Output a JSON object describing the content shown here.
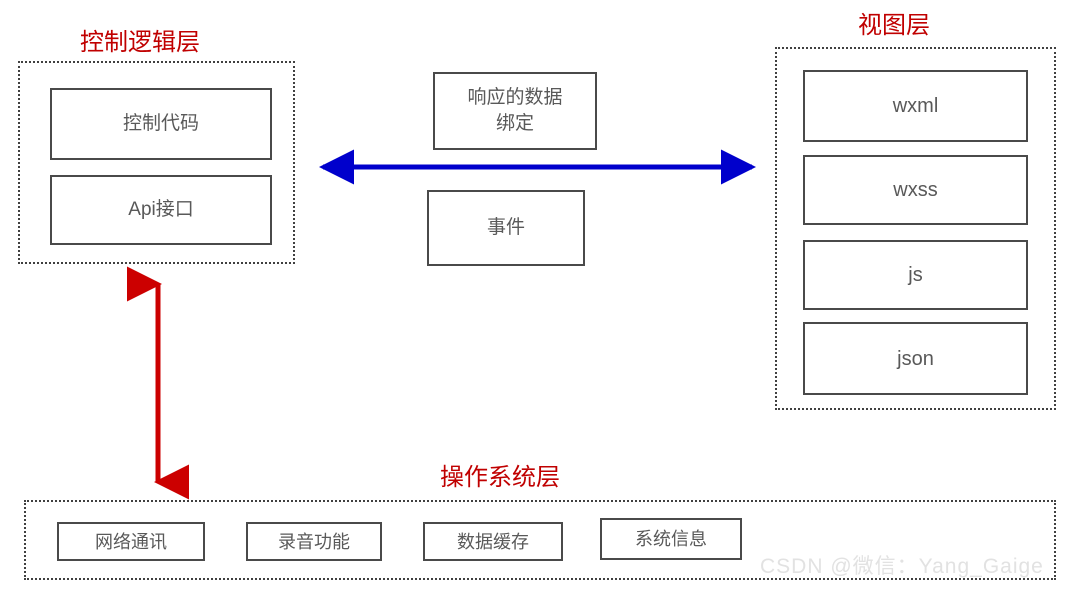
{
  "diagram": {
    "title_color": "#C00000",
    "arrow_colors": {
      "binding_arrow": "#0000CC",
      "system_arrow": "#CC0000"
    },
    "layers": {
      "control": {
        "title": "控制逻辑层",
        "nodes": [
          {
            "label": "控制代码"
          },
          {
            "label": "Api接口"
          }
        ]
      },
      "view": {
        "title": "视图层",
        "nodes": [
          {
            "label": "wxml"
          },
          {
            "label": "wxss"
          },
          {
            "label": "js"
          },
          {
            "label": "json"
          }
        ]
      },
      "os": {
        "title": "操作系统层",
        "nodes": [
          {
            "label": "网络通讯"
          },
          {
            "label": "录音功能"
          },
          {
            "label": "数据缓存"
          },
          {
            "label": "系统信息"
          }
        ]
      }
    },
    "middle_nodes": [
      {
        "label": "响应的数据\n绑定"
      },
      {
        "label": "事件"
      }
    ],
    "watermark": "CSDN @微信：Yang_Gaige"
  }
}
